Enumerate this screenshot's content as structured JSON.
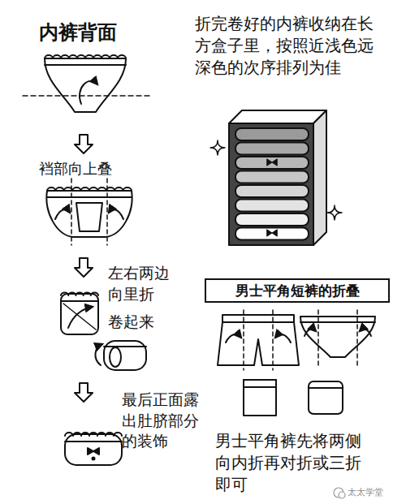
{
  "diagram": {
    "nodes": [
      {
        "text": [
          "男士平角短裤的折叠"
        ]
      }
    ],
    "labels": [
      "内裤背面",
      "裆部向上叠",
      "左右两边向里折",
      "卷起来",
      "最后正面露出肚脐部分的装饰",
      "折完卷好的内裤收纳在长方盒子里，按照近浅色远深色的次序排列为佳",
      "男士平角裤先将两侧向内折再对折或三折即可",
      "太太学堂"
    ]
  }
}
